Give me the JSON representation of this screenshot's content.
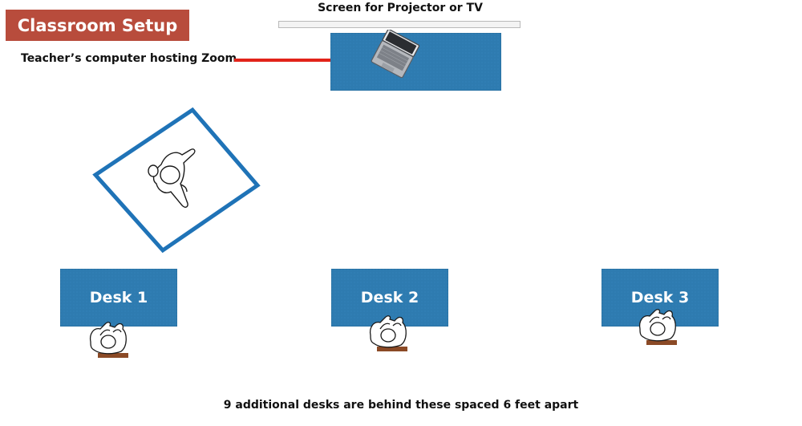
{
  "title": "Classroom Setup",
  "teacher_label": "Teacher’s computer hosting Zoom",
  "screen_label": "Screen for Projector or TV",
  "desks": [
    {
      "label": "Desk 1"
    },
    {
      "label": "Desk 2"
    },
    {
      "label": "Desk 3"
    }
  ],
  "footer": "9 additional desks are behind these spaced 6 feet apart",
  "colors": {
    "title_bg": "#b84c3c",
    "desk_fill": "#2e7bb0",
    "arrow": "#e2231a",
    "chair": "#8b4a26",
    "teacher_area_border": "#1f73b7"
  },
  "icons": {
    "laptop": "laptop-icon",
    "arrow": "arrow-icon",
    "teacher": "teacher-figure-icon",
    "student": "student-figure-icon"
  }
}
